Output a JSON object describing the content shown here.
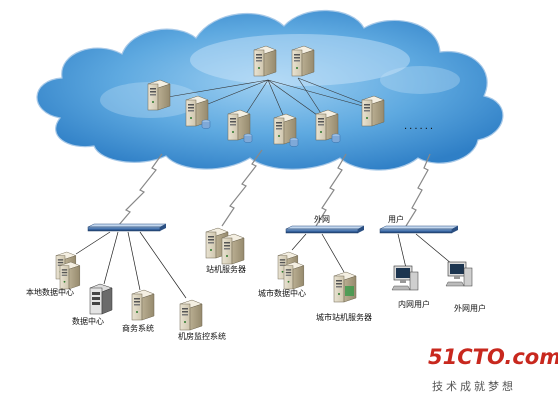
{
  "nodes": {
    "ellipsis": "......",
    "switch_external": "外网",
    "switch_user": "用户",
    "station_server": "站机服务器",
    "local_datacenter": "本地数据中心",
    "datacenter": "数据中心",
    "business_system": "商务系统",
    "room_monitor_system": "机房监控系统",
    "city_datacenter": "城市数据中心",
    "city_station_server": "城市站机服务器",
    "intranet_user": "内网用户",
    "internet_user": "外网用户"
  },
  "watermark": {
    "brand": "51CTO.com",
    "slogan": "技术成就梦想"
  }
}
